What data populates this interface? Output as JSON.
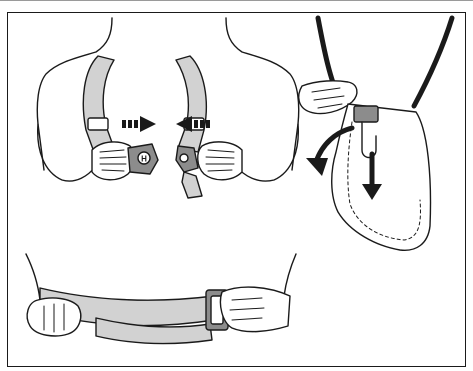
{
  "figure": {
    "brand_logo_letter": "H",
    "illustrations": [
      "harness-buckle-fastening",
      "trimmer-hook-release",
      "hip-belt-adjustment"
    ],
    "colors": {
      "line": "#1a1a1a",
      "fill": "#ffffff",
      "strap": "#d2d2d2",
      "buckle": "#8c8c8c",
      "arrow": "#1a1a1a"
    }
  }
}
